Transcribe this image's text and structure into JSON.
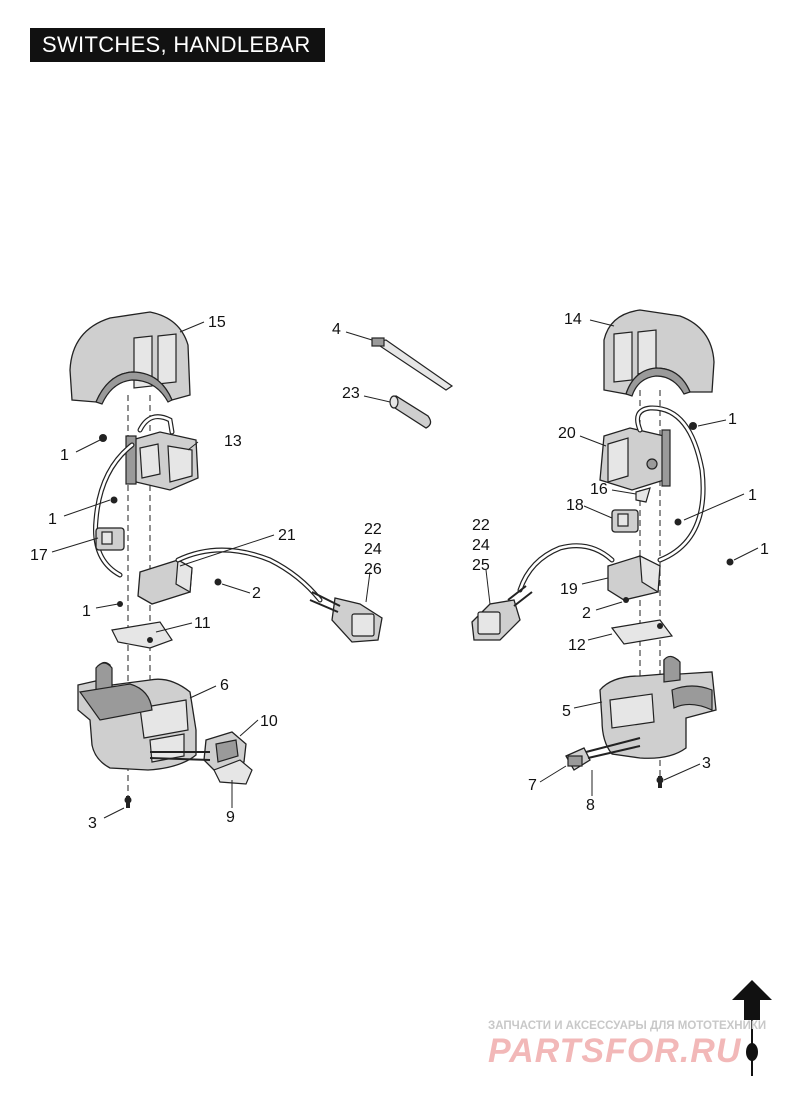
{
  "title": "SWITCHES, HANDLEBAR",
  "callouts": {
    "c1a": "1",
    "c1b": "1",
    "c1c": "1",
    "c1d": "1",
    "c1e": "1",
    "c1f": "1",
    "c2a": "2",
    "c2b": "2",
    "c3a": "3",
    "c3b": "3",
    "c4": "4",
    "c5": "5",
    "c6": "6",
    "c7": "7",
    "c8": "8",
    "c9": "9",
    "c10": "10",
    "c11": "11",
    "c12": "12",
    "c13": "13",
    "c14": "14",
    "c15": "15",
    "c16": "16",
    "c17": "17",
    "c18": "18",
    "c19": "19",
    "c20": "20",
    "c21": "21",
    "c22a": "22",
    "c24a": "24",
    "c26": "26",
    "c22b": "22",
    "c24b": "24",
    "c25": "25",
    "c23": "23"
  },
  "watermark": {
    "tagline": "ЗАПЧАСТИ И АКСЕССУАРЫ ДЛЯ МОТОТЕХНИКИ",
    "logo": "PARTSFOR.RU"
  },
  "icons": {
    "north_arrow": "up-arrow-icon"
  }
}
